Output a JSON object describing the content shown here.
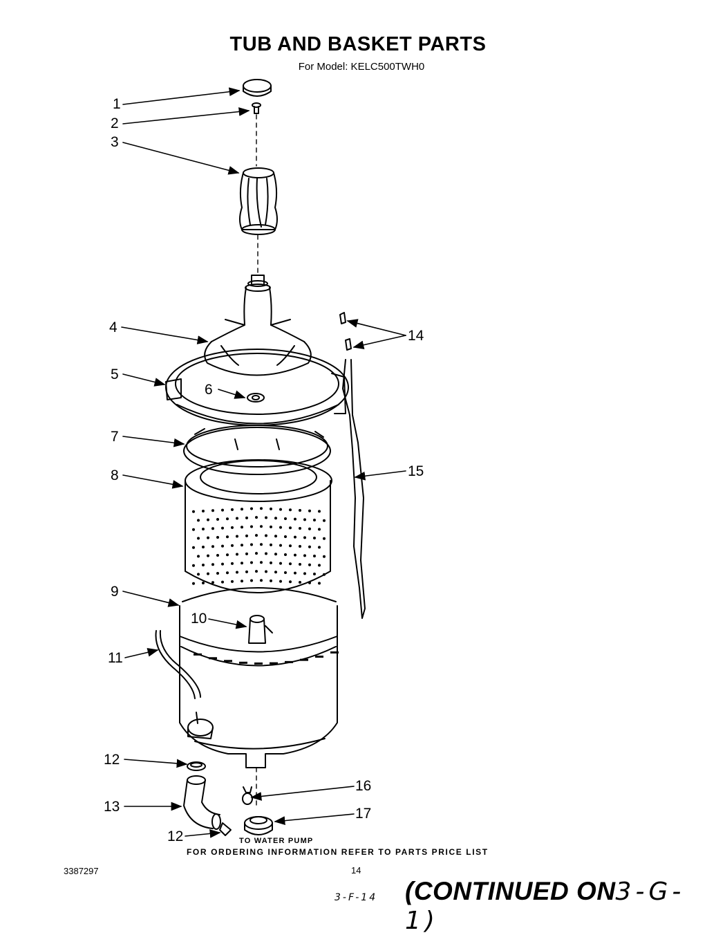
{
  "title": "TUB AND BASKET PARTS",
  "subtitle": "For Model: KELC500TWH0",
  "callouts": [
    "1",
    "2",
    "3",
    "4",
    "5",
    "6",
    "7",
    "8",
    "9",
    "10",
    "11",
    "12",
    "13",
    "12",
    "14",
    "15",
    "16",
    "17"
  ],
  "to_water_pump": "TO WATER PUMP",
  "ordering_note": "FOR ORDERING INFORMATION REFER TO PARTS PRICE LIST",
  "doc_number": "3387297",
  "page_number": "14",
  "handwritten_ref": "3-F-14",
  "continued_prefix": "(CONTINUED ON",
  "continued_target": "3-G-1)"
}
